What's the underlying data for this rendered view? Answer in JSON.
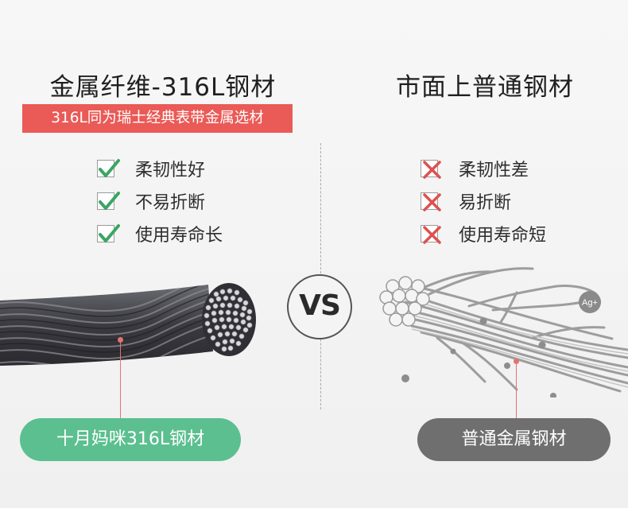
{
  "left": {
    "title": "金属纤维-316L钢材",
    "ribbon": "316L同为瑞士经典表带金属选材",
    "features": [
      "柔韧性好",
      "不易折断",
      "使用寿命长"
    ],
    "label": "十月妈咪316L钢材",
    "accent_color": "#5cbf8f"
  },
  "right": {
    "title": "市面上普通钢材",
    "features": [
      "柔韧性差",
      "易折断",
      "使用寿命短"
    ],
    "label": "普通金属钢材",
    "badge": "Ag+",
    "accent_color": "#6f6f6f"
  },
  "vs": "VS",
  "icons": {
    "good": "check-icon",
    "bad": "cross-icon"
  },
  "colors": {
    "ribbon": "#ea5a56",
    "check": "#3aa564",
    "cross": "#e05050"
  }
}
